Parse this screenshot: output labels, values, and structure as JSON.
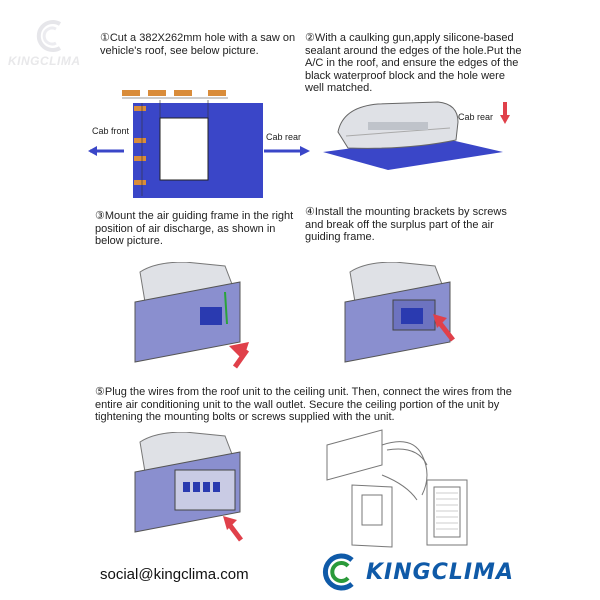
{
  "watermark": {
    "text": "KINGCLIMA"
  },
  "steps": [
    {
      "text": "①Cut a 382X262mm hole with a saw on vehicle's roof, see below picture."
    },
    {
      "text": "②With a caulking gun,apply silicone-based sealant around the edges of the hole.Put the A/C in the roof, and ensure the edges of the black waterproof block and the hole were well matched."
    },
    {
      "text": "③Mount the air guiding frame in the right position of air discharge, as shown in below picture."
    },
    {
      "text": "④Install the mounting brackets by screws and break off the surplus part of the air guiding frame."
    },
    {
      "text": "⑤Plug the wires from the roof unit to the ceiling unit. Then, connect the wires from the entire air conditioning unit to the wall outlet. Secure the ceiling portion of the unit by tightening the mounting bolts or screws supplied with the unit."
    }
  ],
  "diagram1": {
    "cab_front": "Cab front",
    "cab_rear": "Cab rear"
  },
  "diagram2": {
    "cab_rear": "Cab rear"
  },
  "footer": {
    "email": "social@kingclima.com",
    "brand": "KINGCLIMA"
  },
  "colors": {
    "roof_blue": "#3a46c8",
    "panel_purple": "#8a8fcf",
    "arrow_red": "#e0404a",
    "brand_blue": "#0f5aa8"
  }
}
